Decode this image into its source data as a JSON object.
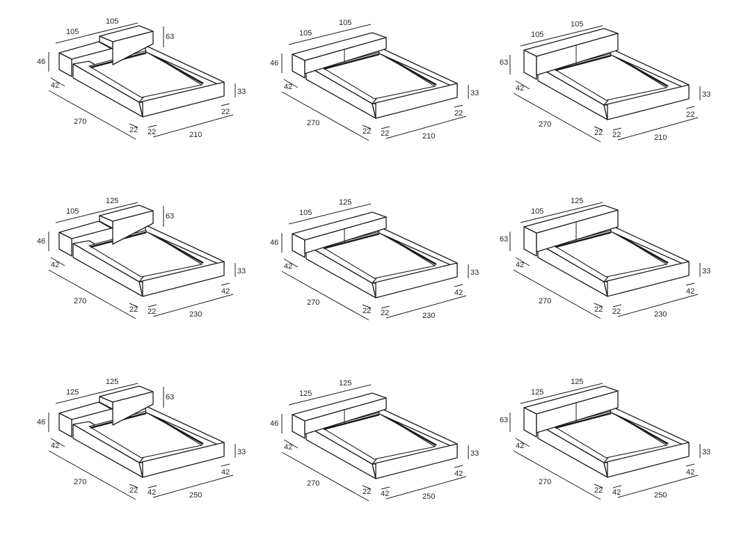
{
  "items": [
    {
      "back_left_width": "105",
      "back_right_width": "105",
      "back_height": "63",
      "left_height": "46",
      "depth_arm": "42",
      "length": "270",
      "left_arm": "22",
      "front_arm": "22",
      "width": "210",
      "arm_height": "33",
      "right_arm": "22",
      "raised": true
    },
    {
      "back_left_width": "105",
      "back_right_width": "105",
      "back_height": null,
      "left_height": "46",
      "depth_arm": "42",
      "length": "270",
      "left_arm": "22",
      "front_arm": "22",
      "width": "210",
      "arm_height": "33",
      "right_arm": "22",
      "raised": false
    },
    {
      "back_left_width": "105",
      "back_right_width": "105",
      "back_height": null,
      "left_height": "63",
      "depth_arm": "42",
      "length": "270",
      "left_arm": "22",
      "front_arm": "22",
      "width": "210",
      "arm_height": "33",
      "right_arm": "22",
      "raised": false
    },
    {
      "back_left_width": "105",
      "back_right_width": "125",
      "back_height": "63",
      "left_height": "46",
      "depth_arm": "42",
      "length": "270",
      "left_arm": "22",
      "front_arm": "22",
      "width": "230",
      "arm_height": "33",
      "right_arm": "42",
      "raised": true
    },
    {
      "back_left_width": "105",
      "back_right_width": "125",
      "back_height": null,
      "left_height": "46",
      "depth_arm": "42",
      "length": "270",
      "left_arm": "22",
      "front_arm": "22",
      "width": "230",
      "arm_height": "33",
      "right_arm": "42",
      "raised": false
    },
    {
      "back_left_width": "105",
      "back_right_width": "125",
      "back_height": null,
      "left_height": "63",
      "depth_arm": "42",
      "length": "270",
      "left_arm": "22",
      "front_arm": "22",
      "width": "230",
      "arm_height": "33",
      "right_arm": "42",
      "raised": false
    },
    {
      "back_left_width": "125",
      "back_right_width": "125",
      "back_height": "63",
      "left_height": "46",
      "depth_arm": "42",
      "length": "270",
      "left_arm": "22",
      "front_arm": "42",
      "width": "250",
      "arm_height": "33",
      "right_arm": "42",
      "raised": true
    },
    {
      "back_left_width": "125",
      "back_right_width": "125",
      "back_height": null,
      "left_height": "46",
      "depth_arm": "42",
      "length": "270",
      "left_arm": "22",
      "front_arm": "42",
      "width": "250",
      "arm_height": "33",
      "right_arm": "42",
      "raised": false
    },
    {
      "back_left_width": "125",
      "back_right_width": "125",
      "back_height": null,
      "left_height": "63",
      "depth_arm": "42",
      "length": "270",
      "left_arm": "22",
      "front_arm": "42",
      "width": "250",
      "arm_height": "33",
      "right_arm": "42",
      "raised": false
    }
  ]
}
